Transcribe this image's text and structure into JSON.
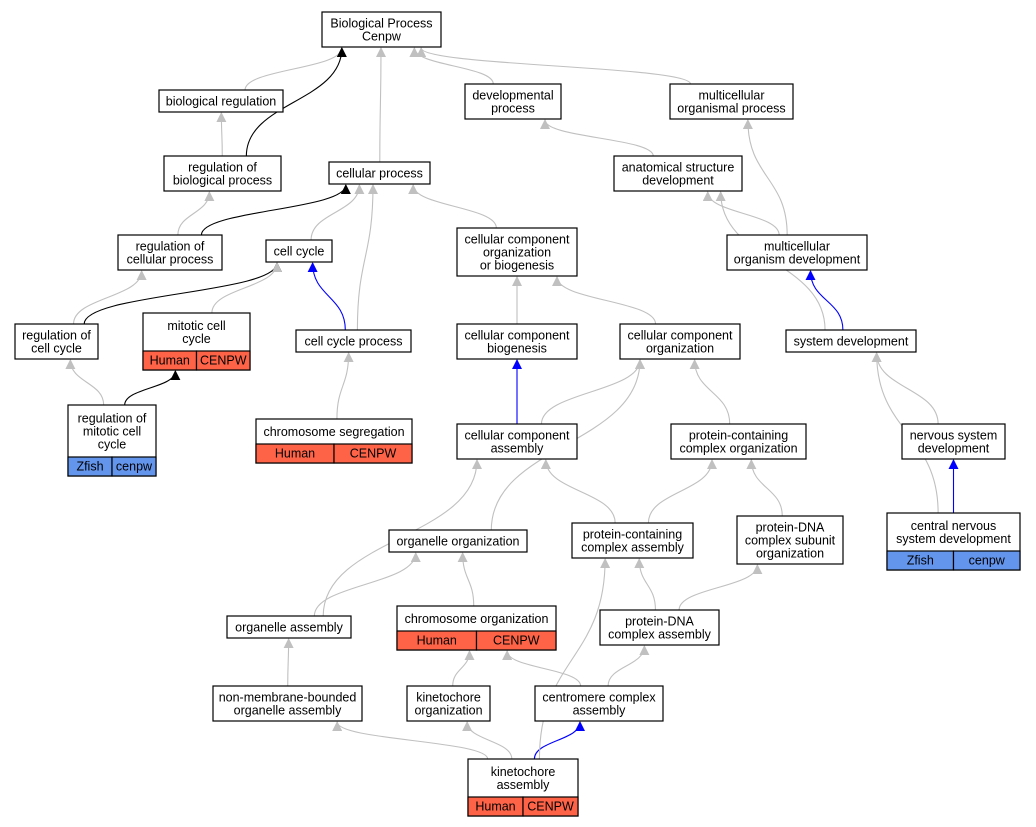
{
  "colors": {
    "human": "#ff6347",
    "zfish": "#6495ed",
    "edge_default": "#c0c0c0",
    "edge_black": "#000000",
    "edge_blue": "#0000ff"
  },
  "nodes": [
    {
      "id": "bp",
      "lines": [
        "Biological Process",
        "Cenpw"
      ]
    },
    {
      "id": "biological_regulation",
      "lines": [
        "biological regulation"
      ]
    },
    {
      "id": "developmental_process",
      "lines": [
        "developmental",
        "process"
      ]
    },
    {
      "id": "multicellular_organismal_process",
      "lines": [
        "multicellular",
        "organismal process"
      ]
    },
    {
      "id": "regulation_of_biological_process",
      "lines": [
        "regulation of",
        "biological process"
      ]
    },
    {
      "id": "cellular_process",
      "lines": [
        "cellular process"
      ]
    },
    {
      "id": "anatomical_structure_development",
      "lines": [
        "anatomical structure",
        "development"
      ]
    },
    {
      "id": "regulation_of_cellular_process",
      "lines": [
        "regulation of",
        "cellular process"
      ]
    },
    {
      "id": "cell_cycle",
      "lines": [
        "cell cycle"
      ]
    },
    {
      "id": "cc_org_or_biogenesis",
      "lines": [
        "cellular component",
        "organization",
        "or biogenesis"
      ]
    },
    {
      "id": "multicellular_organism_development",
      "lines": [
        "multicellular",
        "organism development"
      ]
    },
    {
      "id": "regulation_of_cell_cycle",
      "lines": [
        "regulation of",
        "cell cycle"
      ]
    },
    {
      "id": "mitotic_cell_cycle",
      "lines": [
        "mitotic cell",
        "cycle"
      ],
      "species": [
        {
          "label": "Human",
          "kind": "human"
        },
        {
          "label": "CENPW",
          "kind": "human"
        }
      ]
    },
    {
      "id": "cell_cycle_process",
      "lines": [
        "cell cycle process"
      ]
    },
    {
      "id": "cc_biogenesis",
      "lines": [
        "cellular component",
        "biogenesis"
      ]
    },
    {
      "id": "cc_organization",
      "lines": [
        "cellular component",
        "organization"
      ]
    },
    {
      "id": "system_development",
      "lines": [
        "system development"
      ]
    },
    {
      "id": "regulation_of_mitotic_cell_cycle",
      "lines": [
        "regulation of",
        "mitotic cell",
        "cycle"
      ],
      "species": [
        {
          "label": "Zfish",
          "kind": "zfish"
        },
        {
          "label": "cenpw",
          "kind": "zfish"
        }
      ]
    },
    {
      "id": "chromosome_segregation",
      "lines": [
        "chromosome segregation"
      ],
      "species": [
        {
          "label": "Human",
          "kind": "human"
        },
        {
          "label": "CENPW",
          "kind": "human"
        }
      ]
    },
    {
      "id": "cc_assembly",
      "lines": [
        "cellular component",
        "assembly"
      ]
    },
    {
      "id": "protein_containing_complex_organization",
      "lines": [
        "protein-containing",
        "complex organization"
      ]
    },
    {
      "id": "nervous_system_development",
      "lines": [
        "nervous system",
        "development"
      ]
    },
    {
      "id": "organelle_organization",
      "lines": [
        "organelle organization"
      ]
    },
    {
      "id": "protein_containing_complex_assembly",
      "lines": [
        "protein-containing",
        "complex assembly"
      ]
    },
    {
      "id": "protein_dna_complex_subunit_organization",
      "lines": [
        "protein-DNA",
        "complex subunit",
        "organization"
      ]
    },
    {
      "id": "central_nervous_system_development",
      "lines": [
        "central nervous",
        "system development"
      ],
      "species": [
        {
          "label": "Zfish",
          "kind": "zfish"
        },
        {
          "label": "cenpw",
          "kind": "zfish"
        }
      ]
    },
    {
      "id": "organelle_assembly",
      "lines": [
        "organelle assembly"
      ]
    },
    {
      "id": "chromosome_organization",
      "lines": [
        "chromosome organization"
      ],
      "species": [
        {
          "label": "Human",
          "kind": "human"
        },
        {
          "label": "CENPW",
          "kind": "human"
        }
      ]
    },
    {
      "id": "protein_dna_complex_assembly",
      "lines": [
        "protein-DNA",
        "complex assembly"
      ]
    },
    {
      "id": "non_membrane_bounded_organelle_assembly",
      "lines": [
        "non-membrane-bounded",
        "organelle assembly"
      ]
    },
    {
      "id": "kinetochore_organization",
      "lines": [
        "kinetochore",
        "organization"
      ]
    },
    {
      "id": "centromere_complex_assembly",
      "lines": [
        "centromere complex",
        "assembly"
      ]
    },
    {
      "id": "kinetochore_assembly",
      "lines": [
        "kinetochore",
        "assembly"
      ],
      "species": [
        {
          "label": "Human",
          "kind": "human"
        },
        {
          "label": "CENPW",
          "kind": "human"
        }
      ]
    }
  ],
  "edges": [
    {
      "from": "biological_regulation",
      "to": "bp",
      "kind": "gray"
    },
    {
      "from": "regulation_of_biological_process",
      "to": "bp",
      "kind": "black"
    },
    {
      "from": "cellular_process",
      "to": "bp",
      "kind": "gray"
    },
    {
      "from": "developmental_process",
      "to": "bp",
      "kind": "gray"
    },
    {
      "from": "multicellular_organismal_process",
      "to": "bp",
      "kind": "gray"
    },
    {
      "from": "regulation_of_biological_process",
      "to": "biological_regulation",
      "kind": "gray"
    },
    {
      "from": "anatomical_structure_development",
      "to": "developmental_process",
      "kind": "gray"
    },
    {
      "from": "multicellular_organism_development",
      "to": "multicellular_organismal_process",
      "kind": "gray"
    },
    {
      "from": "regulation_of_cellular_process",
      "to": "regulation_of_biological_process",
      "kind": "gray"
    },
    {
      "from": "regulation_of_cellular_process",
      "to": "cellular_process",
      "kind": "black"
    },
    {
      "from": "cell_cycle",
      "to": "cellular_process",
      "kind": "gray"
    },
    {
      "from": "cell_cycle_process",
      "to": "cellular_process",
      "kind": "gray"
    },
    {
      "from": "cc_org_or_biogenesis",
      "to": "cellular_process",
      "kind": "gray"
    },
    {
      "from": "multicellular_organism_development",
      "to": "anatomical_structure_development",
      "kind": "gray"
    },
    {
      "from": "system_development",
      "to": "anatomical_structure_development",
      "kind": "gray"
    },
    {
      "from": "regulation_of_cell_cycle",
      "to": "regulation_of_cellular_process",
      "kind": "gray"
    },
    {
      "from": "regulation_of_cell_cycle",
      "to": "cell_cycle",
      "kind": "black"
    },
    {
      "from": "mitotic_cell_cycle",
      "to": "cell_cycle",
      "kind": "gray"
    },
    {
      "from": "cell_cycle_process",
      "to": "cell_cycle",
      "kind": "blue"
    },
    {
      "from": "cc_biogenesis",
      "to": "cc_org_or_biogenesis",
      "kind": "gray"
    },
    {
      "from": "cc_organization",
      "to": "cc_org_or_biogenesis",
      "kind": "gray"
    },
    {
      "from": "system_development",
      "to": "multicellular_organism_development",
      "kind": "blue"
    },
    {
      "from": "regulation_of_mitotic_cell_cycle",
      "to": "regulation_of_cell_cycle",
      "kind": "gray"
    },
    {
      "from": "regulation_of_mitotic_cell_cycle",
      "to": "mitotic_cell_cycle",
      "kind": "black"
    },
    {
      "from": "chromosome_segregation",
      "to": "cell_cycle_process",
      "kind": "gray"
    },
    {
      "from": "cc_assembly",
      "to": "cc_biogenesis",
      "kind": "blue"
    },
    {
      "from": "cc_assembly",
      "to": "cc_organization",
      "kind": "gray"
    },
    {
      "from": "organelle_organization",
      "to": "cc_organization",
      "kind": "gray"
    },
    {
      "from": "protein_containing_complex_organization",
      "to": "cc_organization",
      "kind": "gray"
    },
    {
      "from": "nervous_system_development",
      "to": "system_development",
      "kind": "gray"
    },
    {
      "from": "central_nervous_system_development",
      "to": "system_development",
      "kind": "gray"
    },
    {
      "from": "central_nervous_system_development",
      "to": "nervous_system_development",
      "kind": "blue"
    },
    {
      "from": "organelle_assembly",
      "to": "cc_assembly",
      "kind": "gray"
    },
    {
      "from": "protein_containing_complex_assembly",
      "to": "cc_assembly",
      "kind": "gray"
    },
    {
      "from": "protein_containing_complex_assembly",
      "to": "protein_containing_complex_organization",
      "kind": "gray"
    },
    {
      "from": "protein_dna_complex_subunit_organization",
      "to": "protein_containing_complex_organization",
      "kind": "gray"
    },
    {
      "from": "organelle_assembly",
      "to": "organelle_organization",
      "kind": "gray"
    },
    {
      "from": "chromosome_organization",
      "to": "organelle_organization",
      "kind": "gray"
    },
    {
      "from": "protein_dna_complex_assembly",
      "to": "protein_containing_complex_assembly",
      "kind": "gray"
    },
    {
      "from": "protein_dna_complex_assembly",
      "to": "protein_dna_complex_subunit_organization",
      "kind": "gray"
    },
    {
      "from": "non_membrane_bounded_organelle_assembly",
      "to": "organelle_assembly",
      "kind": "gray"
    },
    {
      "from": "kinetochore_organization",
      "to": "chromosome_organization",
      "kind": "gray"
    },
    {
      "from": "centromere_complex_assembly",
      "to": "chromosome_organization",
      "kind": "gray"
    },
    {
      "from": "centromere_complex_assembly",
      "to": "protein_dna_complex_assembly",
      "kind": "gray"
    },
    {
      "from": "kinetochore_assembly",
      "to": "non_membrane_bounded_organelle_assembly",
      "kind": "gray"
    },
    {
      "from": "kinetochore_assembly",
      "to": "kinetochore_organization",
      "kind": "gray"
    },
    {
      "from": "kinetochore_assembly",
      "to": "centromere_complex_assembly",
      "kind": "blue"
    },
    {
      "from": "kinetochore_assembly",
      "to": "protein_containing_complex_assembly",
      "kind": "gray"
    }
  ]
}
